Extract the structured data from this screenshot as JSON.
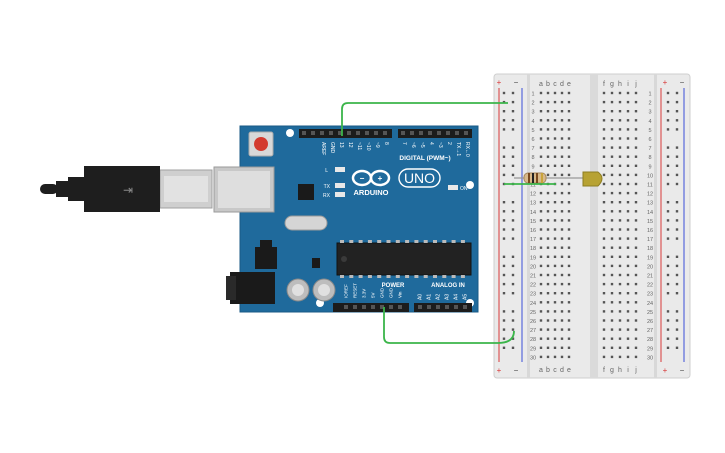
{
  "board": {
    "brand": "ARDUINO",
    "model": "UNO",
    "digital_header": "DIGITAL (PWM~)",
    "power_header": "POWER",
    "analog_header": "ANALOG IN",
    "led_l": "L",
    "led_tx": "TX",
    "led_rx": "RX",
    "led_on": "ON",
    "aref": "AREF",
    "gnd_top": "GND",
    "digital_pins": [
      "13",
      "12",
      "~11",
      "~10",
      "~9",
      "8",
      "7",
      "~6",
      "~5",
      "4",
      "~3",
      "2",
      "TX→1",
      "RX←0"
    ],
    "power_pins": [
      "IOREF",
      "RESET",
      "3.3V",
      "5V",
      "GND",
      "GND",
      "Vin"
    ],
    "analog_pins": [
      "A0",
      "A1",
      "A2",
      "A3",
      "A4",
      "A5"
    ]
  },
  "breadboard": {
    "columns_left": [
      "a",
      "b",
      "c",
      "d",
      "e"
    ],
    "columns_right": [
      "f",
      "g",
      "h",
      "i",
      "j"
    ],
    "rail_plus": "+",
    "rail_minus": "−",
    "rows": [
      "1",
      "2",
      "3",
      "4",
      "5",
      "6",
      "7",
      "8",
      "9",
      "10",
      "11",
      "12",
      "13",
      "14",
      "15",
      "16",
      "17",
      "18",
      "19",
      "20",
      "21",
      "22",
      "23",
      "24",
      "25",
      "26",
      "27",
      "28",
      "29",
      "30"
    ]
  },
  "colors": {
    "board": "#1f6a9c",
    "wire": "#3bb54a",
    "breadboard": "#e8e8e8",
    "rail_red": "#d83a3a",
    "rail_blue": "#3a4fd8",
    "led": "#b7a233"
  }
}
